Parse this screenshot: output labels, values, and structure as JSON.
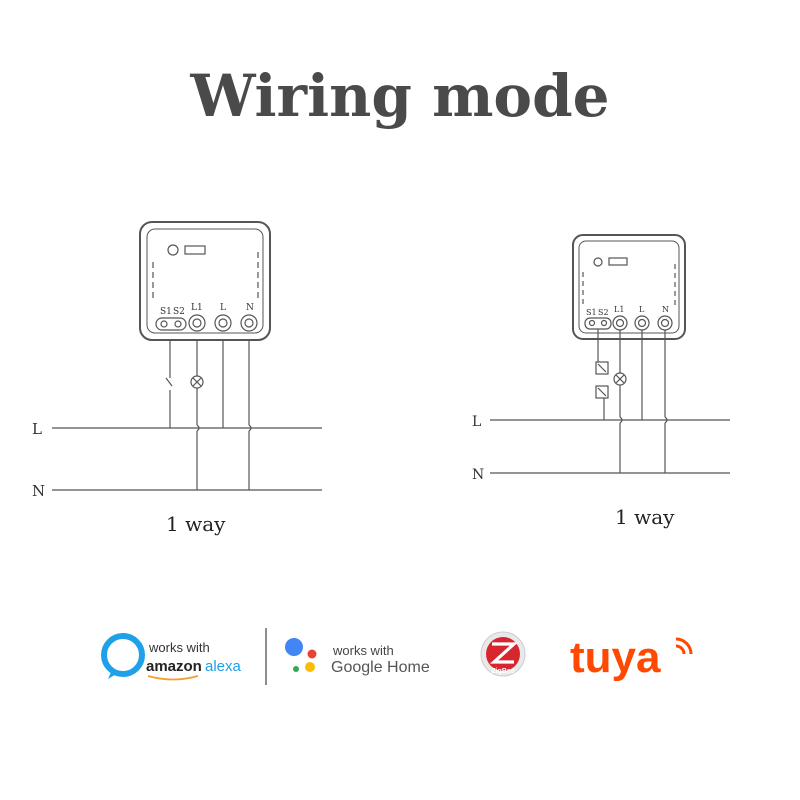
{
  "title": "Wiring mode",
  "diagrams": [
    {
      "caption": "1 way",
      "line_labels": [
        "L",
        "N"
      ],
      "terminals": [
        "S1",
        "S2",
        "L1",
        "L",
        "N"
      ]
    },
    {
      "caption": "1 way",
      "line_labels": [
        "L",
        "N"
      ],
      "terminals": [
        "S1",
        "S2",
        "L1",
        "L",
        "N"
      ]
    }
  ],
  "logos": {
    "alexa": {
      "top": "works with",
      "bottom_left": "amazon",
      "bottom_right": "alexa",
      "color": "#1ea1e8"
    },
    "google": {
      "top": "works with",
      "bottom": "Google Home",
      "colors": [
        "#4285f4",
        "#ea4335",
        "#fbbc05",
        "#34a853"
      ]
    },
    "zigbee": {
      "label": "ZigBee",
      "color": "#d6262e"
    },
    "tuya": {
      "label": "tuya",
      "color": "#ff4800"
    }
  },
  "colors": {
    "line": "#555555",
    "title": "#4a4a4a"
  }
}
